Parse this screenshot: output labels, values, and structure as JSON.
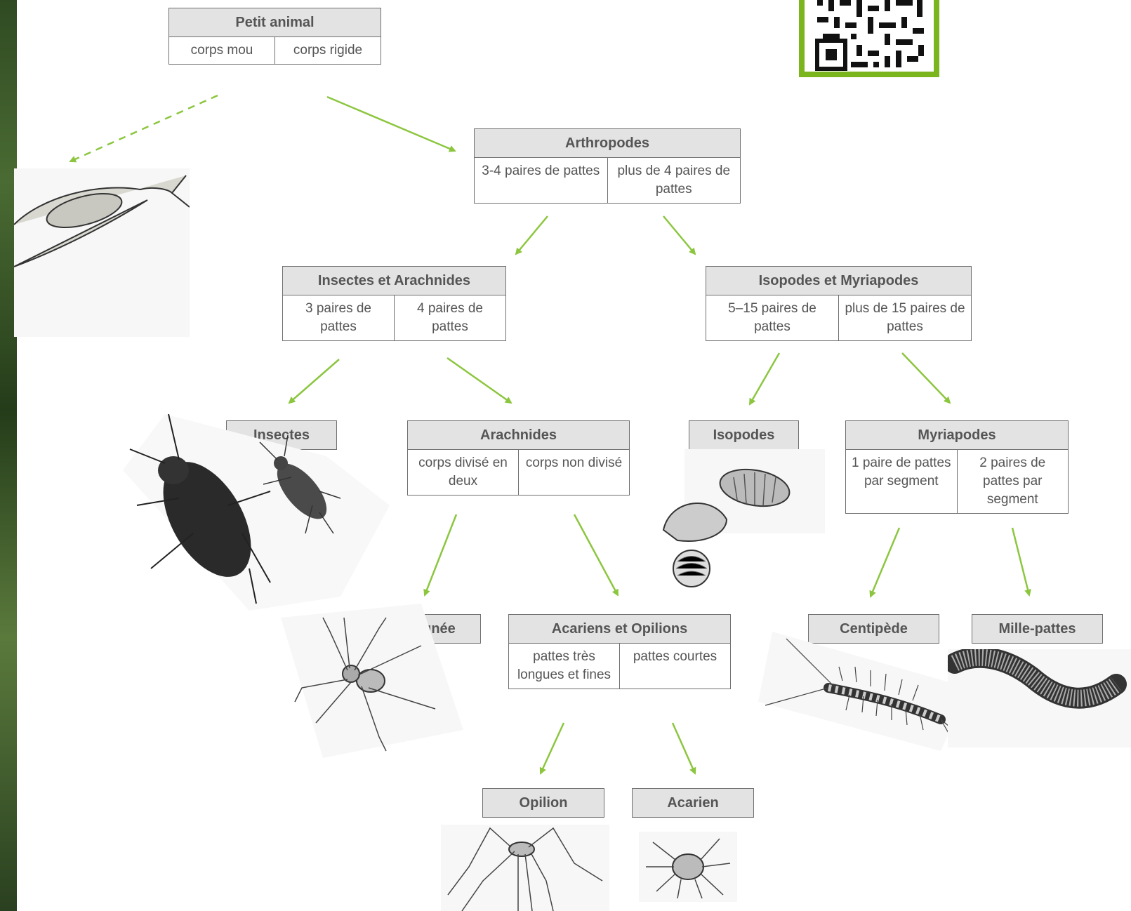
{
  "root": {
    "title": "Petit animal",
    "options": [
      "corps mou",
      "corps rigide"
    ]
  },
  "arthropodes": {
    "title": "Arthropodes",
    "options": [
      "3-4 paires de pattes",
      "plus de 4 paires de pattes"
    ]
  },
  "insectes_arachnides": {
    "title": "Insectes et Arachnides",
    "options": [
      "3 paires de pattes",
      "4 paires de pattes"
    ]
  },
  "isopodes_myriapodes": {
    "title": "Isopodes et Myriapodes",
    "options": [
      "5–15 paires de pattes",
      "plus de 15 paires de pattes"
    ]
  },
  "insectes": {
    "title": "Insectes"
  },
  "arachnides": {
    "title": "Arachnides",
    "options": [
      "corps divisé en deux",
      "corps non divisé"
    ]
  },
  "isopodes": {
    "title": "Isopodes"
  },
  "myriapodes": {
    "title": "Myriapodes",
    "options": [
      "1 paire de pattes par segment",
      "2 paires de pattes par segment"
    ]
  },
  "araignee": {
    "title": "Araignée"
  },
  "acariens_opilions": {
    "title": "Acariens et Opilions",
    "options": [
      "pattes très longues et fines",
      "pattes courtes"
    ]
  },
  "centipede": {
    "title": "Centipède"
  },
  "mille_pattes": {
    "title": "Mille-pattes"
  },
  "opilion": {
    "title": "Opilion"
  },
  "acarien": {
    "title": "Acarien"
  },
  "colors": {
    "arrow": "#8cc63f",
    "header_bg": "#e3e3e3",
    "border": "#6f6f6f",
    "text": "#555555",
    "qr_frame": "#7ab51d"
  },
  "icons": [
    "slug-icon",
    "beetle-icon",
    "woodlouse-icon",
    "spider-icon",
    "centipede-icon",
    "millipede-icon",
    "harvestman-icon",
    "mite-icon",
    "qr-code-icon"
  ]
}
